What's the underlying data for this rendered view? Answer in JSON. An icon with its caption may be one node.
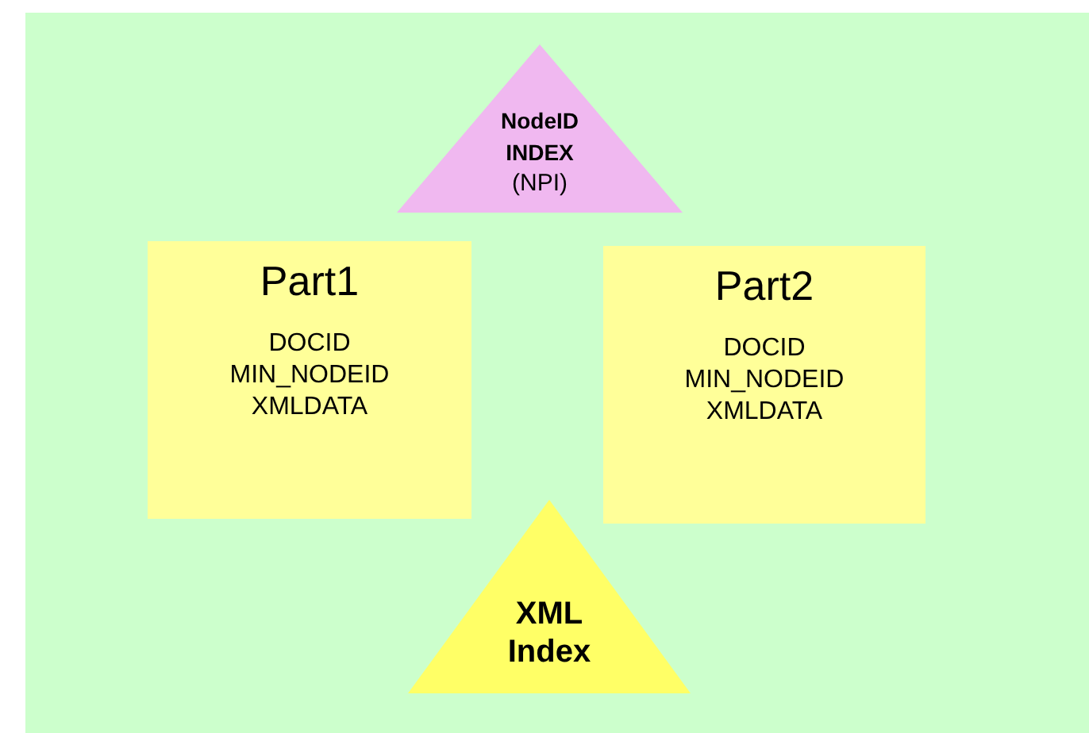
{
  "diagram": {
    "nodes": [
      {
        "text": [
          "NodeID INDEX",
          "(NPI)"
        ]
      },
      {
        "text": [
          "Part1",
          "DOCID MIN_NODEID XMLDATA"
        ]
      },
      {
        "text": [
          "Part2",
          "DOCID MIN_NODEID XMLDATA"
        ]
      },
      {
        "text": [
          "XML Index"
        ]
      }
    ]
  }
}
